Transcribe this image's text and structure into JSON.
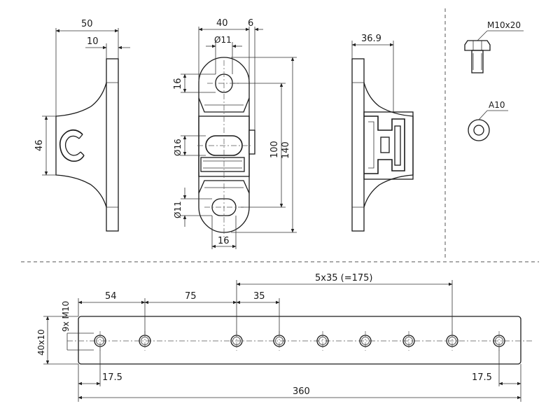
{
  "side_view_left": {
    "dim_width": "50",
    "dim_flange": "10",
    "dim_height": "46"
  },
  "front_view": {
    "dim_width": "40",
    "dim_offset": "6",
    "dim_hole_top": "Ø11",
    "dim_slot": "16",
    "dim_hole_mid": "Ø16",
    "dim_hole_bottom": "Ø11",
    "dim_bottom": "16",
    "dim_inner": "100",
    "dim_total": "140"
  },
  "side_view_right": {
    "dim_depth": "36.9"
  },
  "hardware": {
    "bolt_label": "M10x20",
    "washer_label": "A10"
  },
  "rail": {
    "dim_first": "54",
    "dim_second": "75",
    "dim_pitch": "35",
    "dim_pattern": "5x35 (=175)",
    "dim_holes": "9x M10",
    "dim_section": "40x10",
    "dim_edge_left": "17.5",
    "dim_edge_right": "17.5",
    "dim_length": "360"
  }
}
